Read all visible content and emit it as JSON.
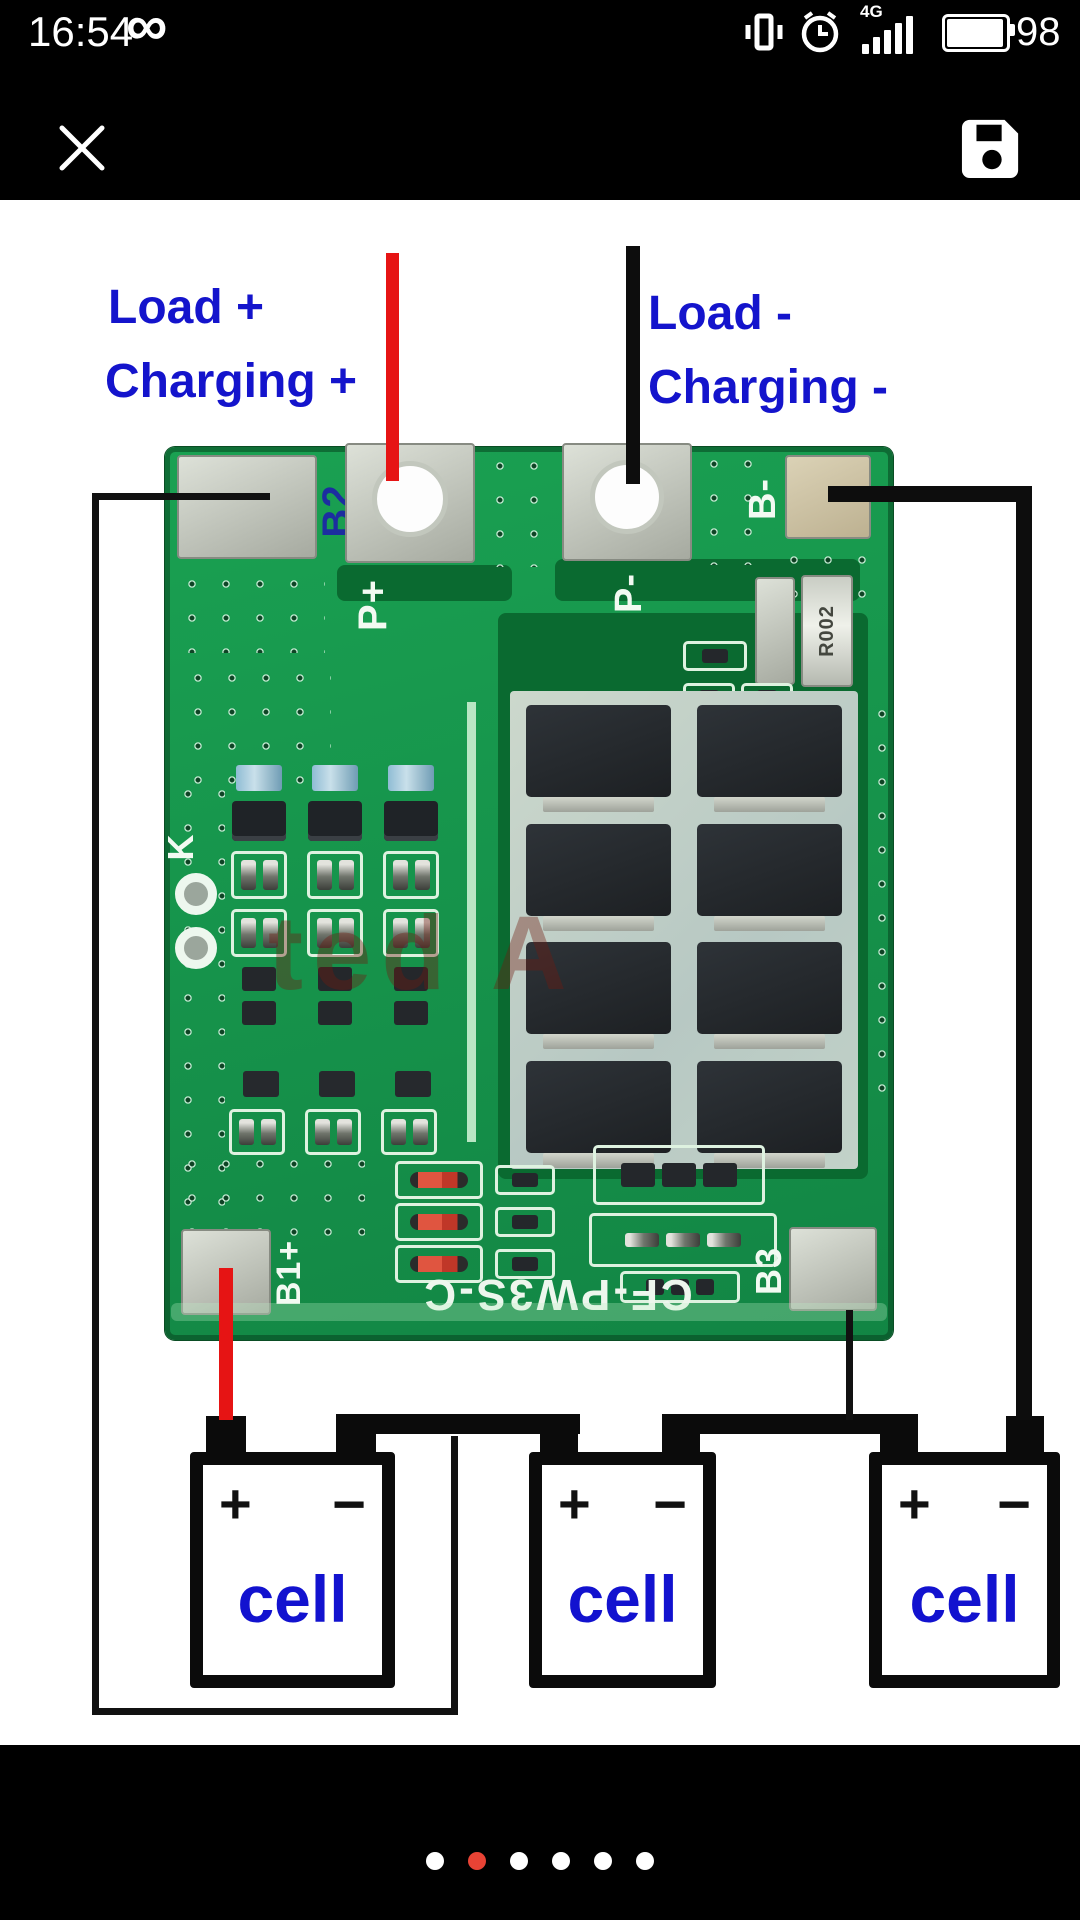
{
  "status_bar": {
    "time": "16:54",
    "infinity_icon": "∞",
    "network_label": "4G",
    "battery_percent": "98",
    "icons": [
      "infinity-icon",
      "vibrate-icon",
      "alarm-clock-icon",
      "signal-strength-icon",
      "battery-icon"
    ]
  },
  "toolbar": {
    "icons": [
      "close-icon",
      "save-icon"
    ]
  },
  "diagram": {
    "annotations": {
      "load_plus": "Load +",
      "charging_plus": "Charging +",
      "load_minus": "Load -",
      "charging_minus": "Charging -"
    },
    "board": {
      "model": "CF-PW3S-C",
      "labels": {
        "b2": "B2",
        "p_plus": "P+",
        "p_minus": "P-",
        "b_minus": "B-",
        "k": "K",
        "b1_plus": "B1+",
        "b3": "B3",
        "shunt": "R002"
      }
    },
    "cells": [
      {
        "label": "cell",
        "plus": "+",
        "minus": "−"
      },
      {
        "label": "cell",
        "plus": "+",
        "minus": "−"
      },
      {
        "label": "cell",
        "plus": "+",
        "minus": "−"
      }
    ],
    "watermark": "ted A"
  },
  "pager": {
    "count": 6,
    "active_index": 1
  },
  "colors": {
    "annotation_blue": "#1414cc",
    "wire_red": "#e61414",
    "board_green": "#149247",
    "pager_active": "#e84335",
    "cell_label_blue": "#1212cf"
  }
}
